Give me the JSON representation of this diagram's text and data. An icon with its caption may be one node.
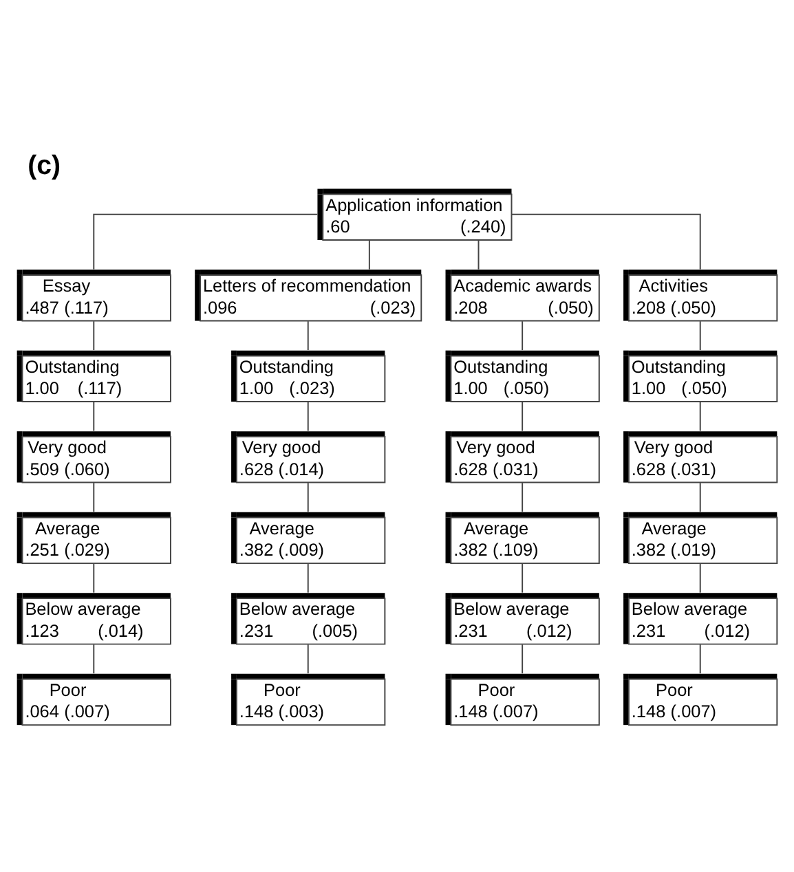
{
  "diagram": {
    "title": "(c)",
    "nodes": [
      {
        "text": [
          "Application information",
          ".60",
          "(.240)"
        ]
      },
      {
        "text": [
          "Essay",
          ".487",
          "(.117)"
        ]
      },
      {
        "text": [
          "Letters of recommendation",
          ".096",
          "(.023)"
        ]
      },
      {
        "text": [
          "Academic awards",
          ".208",
          "(.050)"
        ]
      },
      {
        "text": [
          "Activities",
          ".208",
          "(.050)"
        ]
      },
      {
        "text": [
          "Outstanding",
          "1.00",
          "(.117)"
        ]
      },
      {
        "text": [
          "Outstanding",
          "1.00",
          "(.023)"
        ]
      },
      {
        "text": [
          "Outstanding",
          "1.00",
          "(.050)"
        ]
      },
      {
        "text": [
          "Outstanding",
          "1.00",
          "(.050)"
        ]
      },
      {
        "text": [
          "Very good",
          ".509",
          "(.060)"
        ]
      },
      {
        "text": [
          "Very good",
          ".628",
          "(.014)"
        ]
      },
      {
        "text": [
          "Very good",
          ".628",
          "(.031)"
        ]
      },
      {
        "text": [
          "Very good",
          ".628",
          "(.031)"
        ]
      },
      {
        "text": [
          "Average",
          ".251",
          "(.029)"
        ]
      },
      {
        "text": [
          "Average",
          ".382",
          "(.009)"
        ]
      },
      {
        "text": [
          "Average",
          ".382",
          "(.109)"
        ]
      },
      {
        "text": [
          "Average",
          ".382",
          "(.019)"
        ]
      },
      {
        "text": [
          "Below average",
          ".123",
          "(.014)"
        ]
      },
      {
        "text": [
          "Below average",
          ".231",
          "(.005)"
        ]
      },
      {
        "text": [
          "Below average",
          ".231",
          "(.012)"
        ]
      },
      {
        "text": [
          "Below average",
          ".231",
          "(.012)"
        ]
      },
      {
        "text": [
          "Poor",
          ".064",
          "(.007)"
        ]
      },
      {
        "text": [
          "Poor",
          ".148",
          "(.003)"
        ]
      },
      {
        "text": [
          "Poor",
          ".148",
          "(.007)"
        ]
      },
      {
        "text": [
          "Poor",
          ".148",
          "(.007)"
        ]
      }
    ],
    "edges": [
      {
        "from": 0,
        "to": 1,
        "arrow": "none"
      },
      {
        "from": 0,
        "to": 2,
        "arrow": "none"
      },
      {
        "from": 0,
        "to": 3,
        "arrow": "none"
      },
      {
        "from": 0,
        "to": 4,
        "arrow": "none"
      },
      {
        "from": 1,
        "to": 5,
        "arrow": "none"
      },
      {
        "from": 5,
        "to": 9,
        "arrow": "none"
      },
      {
        "from": 9,
        "to": 13,
        "arrow": "none"
      },
      {
        "from": 13,
        "to": 17,
        "arrow": "none"
      },
      {
        "from": 17,
        "to": 21,
        "arrow": "none"
      },
      {
        "from": 2,
        "to": 6,
        "arrow": "none"
      },
      {
        "from": 6,
        "to": 10,
        "arrow": "none"
      },
      {
        "from": 10,
        "to": 14,
        "arrow": "none"
      },
      {
        "from": 14,
        "to": 18,
        "arrow": "none"
      },
      {
        "from": 18,
        "to": 22,
        "arrow": "none"
      },
      {
        "from": 3,
        "to": 7,
        "arrow": "none"
      },
      {
        "from": 7,
        "to": 11,
        "arrow": "none"
      },
      {
        "from": 11,
        "to": 15,
        "arrow": "none"
      },
      {
        "from": 15,
        "to": 19,
        "arrow": "none"
      },
      {
        "from": 19,
        "to": 23,
        "arrow": "none"
      },
      {
        "from": 4,
        "to": 8,
        "arrow": "none"
      },
      {
        "from": 8,
        "to": 12,
        "arrow": "none"
      },
      {
        "from": 12,
        "to": 16,
        "arrow": "none"
      },
      {
        "from": 16,
        "to": 20,
        "arrow": "none"
      },
      {
        "from": 20,
        "to": 24,
        "arrow": "none"
      }
    ]
  }
}
